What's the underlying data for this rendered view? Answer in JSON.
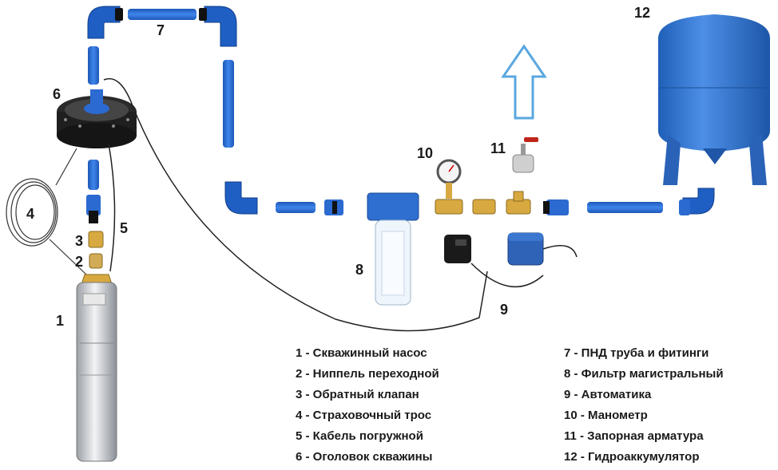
{
  "callouts": {
    "n1": "1",
    "n2": "2",
    "n3": "3",
    "n4": "4",
    "n5": "5",
    "n6": "6",
    "n7": "7",
    "n8": "8",
    "n9": "9",
    "n10": "10",
    "n11": "11",
    "n12": "12"
  },
  "legend_left": [
    "1 - Скважинный насос",
    "2 - Ниппель переходной",
    "3 - Обратный клапан",
    "4 - Страховочный трос",
    "5 - Кабель погружной",
    "6 - Оголовок скважины"
  ],
  "legend_right": [
    "7 - ПНД труба и фитинги",
    "8 - Фильтр магистральный",
    "9 - Автоматика",
    "10 - Манометр",
    "11 - Запорная арматура",
    "12 - Гидроаккумулятор"
  ],
  "colors": {
    "pipe": "#2f6fd6",
    "tank": "#2f74d0",
    "arrow": "#5aa7e0",
    "brass": "#d8a940",
    "cable": "#222222"
  }
}
